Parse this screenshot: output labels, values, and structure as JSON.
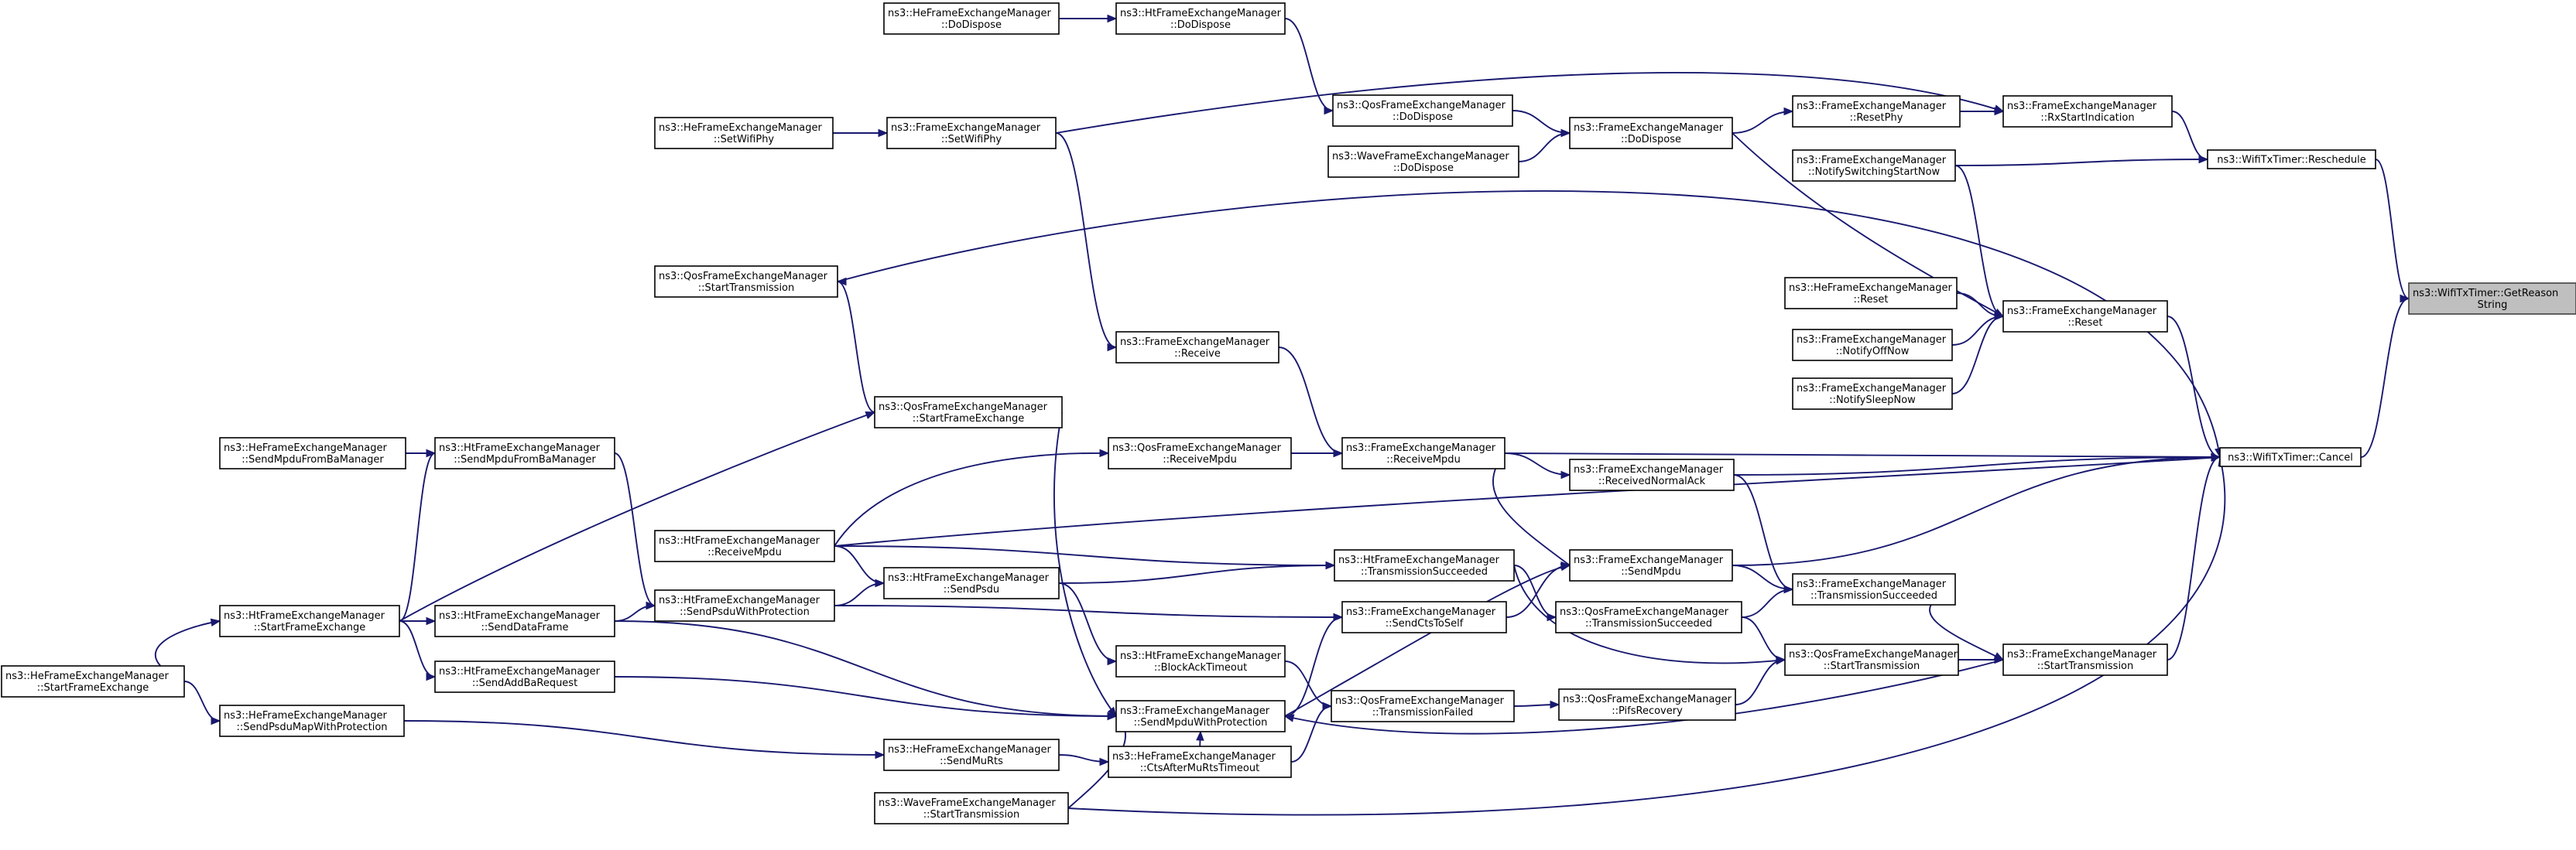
{
  "graph": {
    "root": "getreason",
    "nodes": [
      {
        "id": "getreason",
        "lines": [
          "ns3::WifiTxTimer::GetReason",
          "String"
        ]
      },
      {
        "id": "reschedule",
        "lines": [
          "ns3::WifiTxTimer::Reschedule"
        ]
      },
      {
        "id": "cancel",
        "lines": [
          "ns3::WifiTxTimer::Cancel"
        ]
      },
      {
        "id": "fem_rxstart",
        "lines": [
          "ns3::FrameExchangeManager",
          "::RxStartIndication"
        ]
      },
      {
        "id": "fem_resetphy",
        "lines": [
          "ns3::FrameExchangeManager",
          "::ResetPhy"
        ]
      },
      {
        "id": "fem_notifyswitch",
        "lines": [
          "ns3::FrameExchangeManager",
          "::NotifySwitchingStartNow"
        ]
      },
      {
        "id": "fem_reset",
        "lines": [
          "ns3::FrameExchangeManager",
          "::Reset"
        ]
      },
      {
        "id": "he_reset",
        "lines": [
          "ns3::HeFrameExchangeManager",
          "::Reset"
        ]
      },
      {
        "id": "fem_notifyoff",
        "lines": [
          "ns3::FrameExchangeManager",
          "::NotifyOffNow"
        ]
      },
      {
        "id": "fem_notifysleep",
        "lines": [
          "ns3::FrameExchangeManager",
          "::NotifySleepNow"
        ]
      },
      {
        "id": "fem_starttx",
        "lines": [
          "ns3::FrameExchangeManager",
          "::StartTransmission"
        ]
      },
      {
        "id": "fem_txsucc",
        "lines": [
          "ns3::FrameExchangeManager",
          "::TransmissionSucceeded"
        ]
      },
      {
        "id": "qos_starttx_r",
        "lines": [
          "ns3::QosFrameExchangeManager",
          "::StartTransmission"
        ]
      },
      {
        "id": "qos_pifs",
        "lines": [
          "ns3::QosFrameExchangeManager",
          "::PifsRecovery"
        ]
      },
      {
        "id": "fem_recnormalack",
        "lines": [
          "ns3::FrameExchangeManager",
          "::ReceivedNormalAck"
        ]
      },
      {
        "id": "fem_sendmpdu",
        "lines": [
          "ns3::FrameExchangeManager",
          "::SendMpdu"
        ]
      },
      {
        "id": "qos_txsucc",
        "lines": [
          "ns3::QosFrameExchangeManager",
          "::TransmissionSucceeded"
        ]
      },
      {
        "id": "fem_dodispose",
        "lines": [
          "ns3::FrameExchangeManager",
          "::DoDispose"
        ]
      },
      {
        "id": "qos_dodispose",
        "lines": [
          "ns3::QosFrameExchangeManager",
          "::DoDispose"
        ]
      },
      {
        "id": "wave_dodispose",
        "lines": [
          "ns3::WaveFrameExchangeManager",
          "::DoDispose"
        ]
      },
      {
        "id": "ht_dodispose",
        "lines": [
          "ns3::HtFrameExchangeManager",
          "::DoDispose"
        ]
      },
      {
        "id": "he_dodispose",
        "lines": [
          "ns3::HeFrameExchangeManager",
          "::DoDispose"
        ]
      },
      {
        "id": "fem_setwifiphy",
        "lines": [
          "ns3::FrameExchangeManager",
          "::SetWifiPhy"
        ]
      },
      {
        "id": "he_setwifiphy",
        "lines": [
          "ns3::HeFrameExchangeManager",
          "::SetWifiPhy"
        ]
      },
      {
        "id": "fem_receive",
        "lines": [
          "ns3::FrameExchangeManager",
          "::Receive"
        ]
      },
      {
        "id": "fem_receivempdu",
        "lines": [
          "ns3::FrameExchangeManager",
          "::ReceiveMpdu"
        ]
      },
      {
        "id": "qos_receivempdu",
        "lines": [
          "ns3::QosFrameExchangeManager",
          "::ReceiveMpdu"
        ]
      },
      {
        "id": "ht_receivempdu",
        "lines": [
          "ns3::HtFrameExchangeManager",
          "::ReceiveMpdu"
        ]
      },
      {
        "id": "ht_txsucc",
        "lines": [
          "ns3::HtFrameExchangeManager",
          "::TransmissionSucceeded"
        ]
      },
      {
        "id": "fem_sendcts",
        "lines": [
          "ns3::FrameExchangeManager",
          "::SendCtsToSelf"
        ]
      },
      {
        "id": "ht_blockack",
        "lines": [
          "ns3::HtFrameExchangeManager",
          "::BlockAckTimeout"
        ]
      },
      {
        "id": "qos_txfailed",
        "lines": [
          "ns3::QosFrameExchangeManager",
          "::TransmissionFailed"
        ]
      },
      {
        "id": "fem_sendmpduprot",
        "lines": [
          "ns3::FrameExchangeManager",
          "::SendMpduWithProtection"
        ]
      },
      {
        "id": "he_ctsafter",
        "lines": [
          "ns3::HeFrameExchangeManager",
          "::CtsAfterMuRtsTimeout"
        ]
      },
      {
        "id": "he_sendmurts",
        "lines": [
          "ns3::HeFrameExchangeManager",
          "::SendMuRts"
        ]
      },
      {
        "id": "wave_starttx",
        "lines": [
          "ns3::WaveFrameExchangeManager",
          "::StartTransmission"
        ]
      },
      {
        "id": "ht_sendpsdu",
        "lines": [
          "ns3::HtFrameExchangeManager",
          "::SendPsdu"
        ]
      },
      {
        "id": "ht_sendpsduprot",
        "lines": [
          "ns3::HtFrameExchangeManager",
          "::SendPsduWithProtection"
        ]
      },
      {
        "id": "qos_startfe",
        "lines": [
          "ns3::QosFrameExchangeManager",
          "::StartFrameExchange"
        ]
      },
      {
        "id": "qos_starttx_l",
        "lines": [
          "ns3::QosFrameExchangeManager",
          "::StartTransmission"
        ]
      },
      {
        "id": "ht_sendmpduba",
        "lines": [
          "ns3::HtFrameExchangeManager",
          "::SendMpduFromBaManager"
        ]
      },
      {
        "id": "he_sendmpduba",
        "lines": [
          "ns3::HeFrameExchangeManager",
          "::SendMpduFromBaManager"
        ]
      },
      {
        "id": "ht_senddata",
        "lines": [
          "ns3::HtFrameExchangeManager",
          "::SendDataFrame"
        ]
      },
      {
        "id": "ht_sendaddba",
        "lines": [
          "ns3::HtFrameExchangeManager",
          "::SendAddBaRequest"
        ]
      },
      {
        "id": "ht_startfe",
        "lines": [
          "ns3::HtFrameExchangeManager",
          "::StartFrameExchange"
        ]
      },
      {
        "id": "he_startfe",
        "lines": [
          "ns3::HeFrameExchangeManager",
          "::StartFrameExchange"
        ]
      },
      {
        "id": "he_sendpsdumap",
        "lines": [
          "ns3::HeFrameExchangeManager",
          "::SendPsduMapWithProtection"
        ]
      }
    ],
    "edges": [
      [
        "reschedule",
        "getreason"
      ],
      [
        "cancel",
        "getreason"
      ],
      [
        "fem_rxstart",
        "reschedule"
      ],
      [
        "fem_notifyswitch",
        "reschedule"
      ],
      [
        "fem_resetphy",
        "fem_rxstart"
      ],
      [
        "fem_setwifiphy",
        "fem_rxstart"
      ],
      [
        "fem_dodispose",
        "fem_resetphy"
      ],
      [
        "qos_dodispose",
        "fem_dodispose"
      ],
      [
        "wave_dodispose",
        "fem_dodispose"
      ],
      [
        "ht_dodispose",
        "qos_dodispose"
      ],
      [
        "he_dodispose",
        "ht_dodispose"
      ],
      [
        "he_setwifiphy",
        "fem_setwifiphy"
      ],
      [
        "fem_dodispose",
        "fem_reset"
      ],
      [
        "fem_notifyswitch",
        "fem_reset"
      ],
      [
        "he_reset",
        "fem_reset"
      ],
      [
        "fem_notifyoff",
        "fem_reset"
      ],
      [
        "fem_notifysleep",
        "fem_reset"
      ],
      [
        "fem_reset",
        "cancel"
      ],
      [
        "qos_starttx_l",
        "cancel"
      ],
      [
        "fem_receivempdu",
        "cancel"
      ],
      [
        "fem_recnormalack",
        "cancel"
      ],
      [
        "ht_receivempdu",
        "cancel"
      ],
      [
        "fem_starttx",
        "cancel"
      ],
      [
        "wave_starttx",
        "cancel"
      ],
      [
        "fem_sendmpdu",
        "cancel"
      ],
      [
        "fem_setwifiphy",
        "fem_receive"
      ],
      [
        "fem_receive",
        "fem_receivempdu"
      ],
      [
        "qos_receivempdu",
        "fem_receivempdu"
      ],
      [
        "ht_receivempdu",
        "qos_receivempdu"
      ],
      [
        "fem_receivempdu",
        "fem_recnormalack"
      ],
      [
        "fem_recnormalack",
        "fem_txsucc"
      ],
      [
        "fem_sendmpdu",
        "fem_txsucc"
      ],
      [
        "qos_txsucc",
        "fem_txsucc"
      ],
      [
        "ht_txsucc",
        "qos_txsucc"
      ],
      [
        "fem_txsucc",
        "fem_starttx"
      ],
      [
        "qos_starttx_r",
        "fem_starttx"
      ],
      [
        "qos_pifs",
        "qos_starttx_r"
      ],
      [
        "qos_txsucc",
        "qos_starttx_r"
      ],
      [
        "ht_txsucc",
        "qos_starttx_r"
      ],
      [
        "qos_txfailed",
        "qos_pifs"
      ],
      [
        "fem_sendmpdu",
        "fem_receivempdu"
      ],
      [
        "fem_sendmpduprot",
        "fem_sendmpdu"
      ],
      [
        "fem_sendcts",
        "fem_sendmpdu"
      ],
      [
        "ht_sendpsdu",
        "ht_txsucc"
      ],
      [
        "ht_receivempdu",
        "ht_txsucc"
      ],
      [
        "ht_sendpsduprot",
        "fem_sendcts"
      ],
      [
        "fem_sendmpduprot",
        "fem_sendcts"
      ],
      [
        "ht_sendpsdu",
        "ht_blockack"
      ],
      [
        "ht_blockack",
        "qos_txfailed"
      ],
      [
        "he_ctsafter",
        "qos_txfailed"
      ],
      [
        "fem_starttx",
        "fem_sendmpduprot"
      ],
      [
        "qos_startfe",
        "fem_sendmpduprot"
      ],
      [
        "ht_senddata",
        "fem_sendmpduprot"
      ],
      [
        "ht_sendaddba",
        "fem_sendmpduprot"
      ],
      [
        "he_ctsafter",
        "fem_sendmpduprot"
      ],
      [
        "he_sendmurts",
        "he_ctsafter"
      ],
      [
        "he_sendpsdumap",
        "he_sendmurts"
      ],
      [
        "wave_starttx",
        "fem_sendmpduprot"
      ],
      [
        "ht_receivempdu",
        "ht_sendpsdu"
      ],
      [
        "ht_sendpsduprot",
        "ht_sendpsdu"
      ],
      [
        "ht_senddata",
        "ht_sendpsduprot"
      ],
      [
        "ht_sendmpduba",
        "ht_sendpsduprot"
      ],
      [
        "he_sendmpduba",
        "ht_sendmpduba"
      ],
      [
        "ht_startfe",
        "ht_sendmpduba"
      ],
      [
        "ht_startfe",
        "ht_senddata"
      ],
      [
        "ht_startfe",
        "ht_sendaddba"
      ],
      [
        "ht_startfe",
        "qos_startfe"
      ],
      [
        "qos_startfe",
        "qos_starttx_l"
      ],
      [
        "he_startfe",
        "ht_startfe"
      ],
      [
        "he_startfe",
        "he_sendpsdumap"
      ]
    ]
  }
}
